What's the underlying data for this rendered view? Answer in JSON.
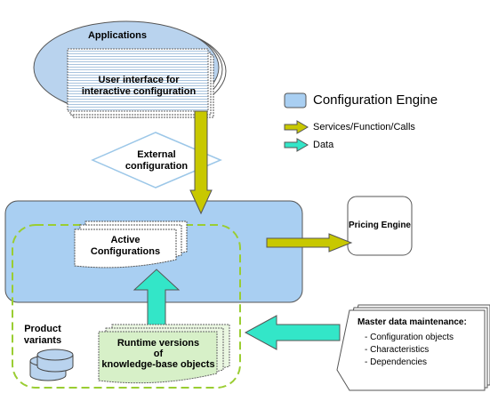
{
  "applications": {
    "title": "Applications"
  },
  "user_interface": {
    "line1": "User interface for",
    "line2": "interactive configuration"
  },
  "external_config": {
    "line1": "External",
    "line2": "configuration"
  },
  "legend": {
    "engine_label": "Configuration Engine",
    "services_label": "Services/Function/Calls",
    "data_label": "Data",
    "colors": {
      "engine": "#a9cff2",
      "services": "#c8c800",
      "data": "#33e6c8"
    }
  },
  "active_configurations": {
    "line1": "Active",
    "line2": "Configurations"
  },
  "pricing_engine": {
    "label": "Pricing Engine"
  },
  "product_variants": {
    "line1": "Product",
    "line2": "variants"
  },
  "runtime_versions": {
    "line1": "Runtime versions",
    "line2": "of",
    "line3": "knowledge-base objects"
  },
  "master_data": {
    "title": "Master data maintenance:",
    "items": [
      "- Configuration objects",
      "- Characteristics",
      "- Dependencies"
    ]
  }
}
